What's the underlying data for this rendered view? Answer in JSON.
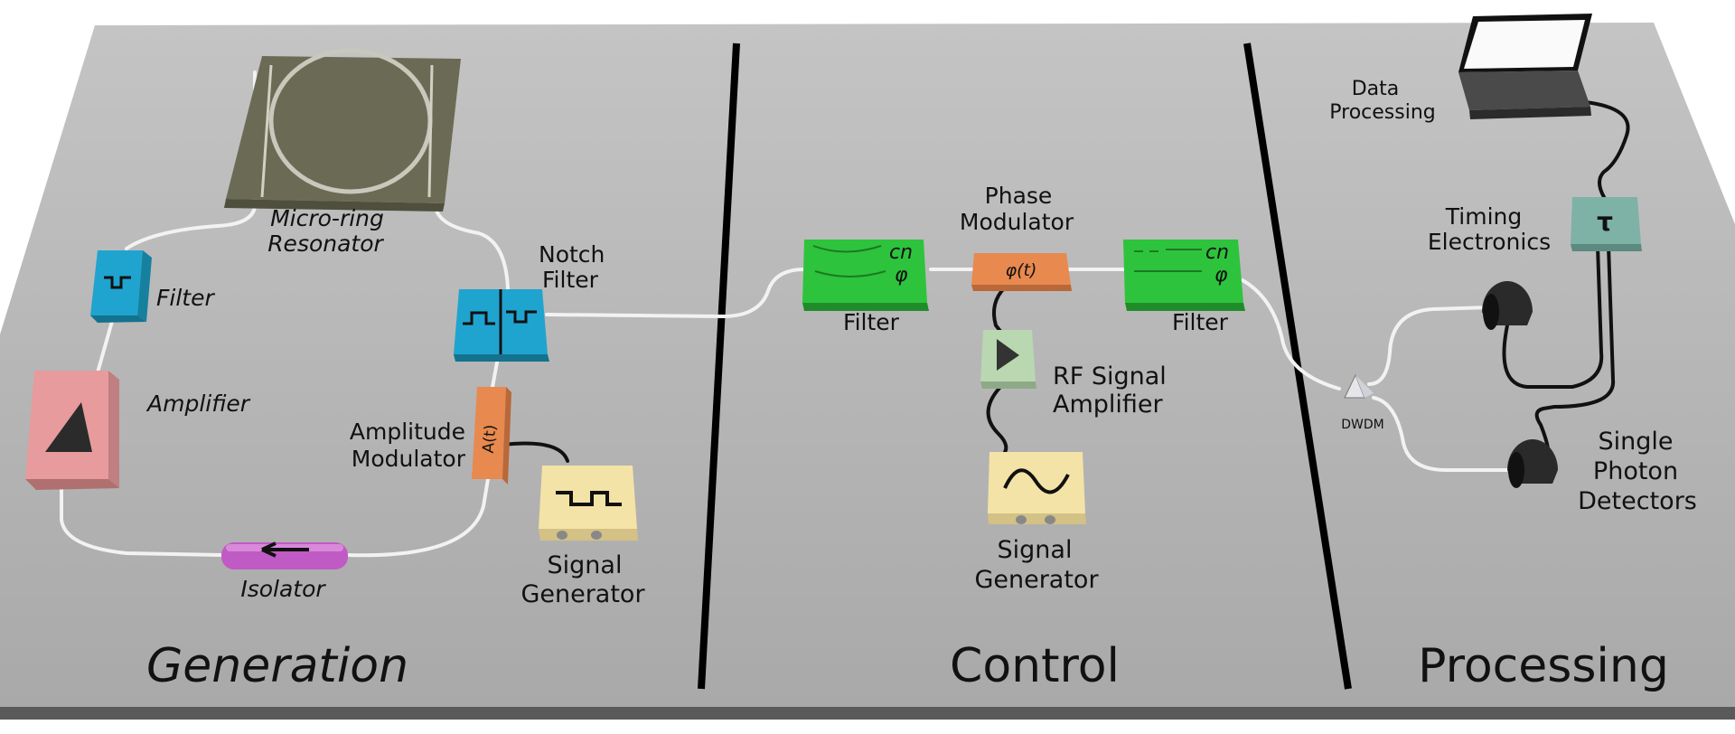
{
  "sections": {
    "generation": "Generation",
    "control": "Control",
    "processing": "Processing"
  },
  "labels": {
    "micro_ring_1": "Micro-ring",
    "micro_ring_2": "Resonator",
    "filter_gen": "Filter",
    "notch_1": "Notch",
    "notch_2": "Filter",
    "amplifier": "Amplifier",
    "amp_mod_1": "Amplitude",
    "amp_mod_2": "Modulator",
    "isolator": "Isolator",
    "siggen_gen_1": "Signal",
    "siggen_gen_2": "Generator",
    "filter_ctrl_left": "Filter",
    "phase_mod_1": "Phase",
    "phase_mod_2": "Modulator",
    "filter_ctrl_right": "Filter",
    "rf_amp_1": "RF Signal",
    "rf_amp_2": "Amplifier",
    "siggen_ctrl_1": "Signal",
    "siggen_ctrl_2": "Generator",
    "data_proc_1": "Data",
    "data_proc_2": "Processing",
    "timing_1": "Timing",
    "timing_2": "Electronics",
    "dwdm": "DWDM",
    "spd_1": "Single",
    "spd_2": "Photon",
    "spd_3": "Detectors"
  },
  "device_text": {
    "amp_mod_symbol": "A(t)",
    "phase_mod_symbol": "φ(t)",
    "filter_cn": "cn",
    "filter_phi": "φ",
    "timing_symbol": "τ"
  },
  "colors": {
    "table": "#b4b4b4",
    "fiber": "#f2f2f2",
    "cable": "#111111",
    "blue": "#1fa4cf",
    "pink": "#e79b9d",
    "orange": "#e8894f",
    "purple": "#c05ac4",
    "yellow": "#f4e3a6",
    "green": "#2ec33c",
    "light_green": "#b9d7b0",
    "teal": "#7eb2a6"
  }
}
